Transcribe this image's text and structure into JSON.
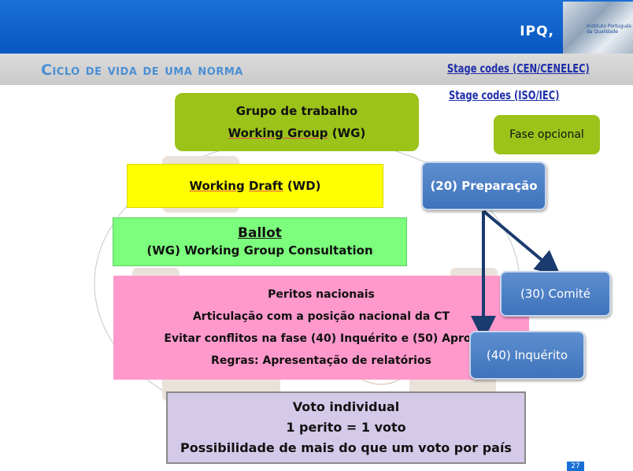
{
  "header": {
    "logo_text": "IPQ",
    "corner_text": "Instituto Português da Qualidade",
    "title": "Ciclo de vida de uma norma"
  },
  "links": {
    "cen": "Stage codes (CEN/CENELEC)",
    "iso": "Stage codes (ISO/IEC)"
  },
  "boxes": {
    "wg_line1": "Grupo de trabalho",
    "wg_line2_u": "Working Group",
    "wg_line2_rest": " (WG)",
    "opcional": "Fase opcional",
    "wd_u1": "Working",
    "wd_u2": "Draft",
    "wd_rest": " (WD)",
    "ballot_title": "Ballot",
    "ballot_sub": "(WG) Working Group Consultation",
    "peritos_1": "Peritos nacionais",
    "peritos_2": "Articulação com a posição nacional da CT",
    "peritos_3": "Evitar conflitos na fase (40) Inquérito e (50) Aprov",
    "peritos_4": "Regras: Apresentação de relatórios",
    "voto_1": "Voto individual",
    "voto_2": "1 perito = 1 voto",
    "voto_3": "Possibilidade de mais do que um voto por país"
  },
  "stages": {
    "s20": "(20) Preparação",
    "s30": "(30) Comité",
    "s40": "(40) Inquérito"
  },
  "footer": {
    "page": "27"
  },
  "colors": {
    "banner": "#0a57c2",
    "title": "#4a8fd4",
    "link": "#1f2fa8",
    "wg_green": "#9bc31a",
    "wd_yellow": "#ffff00",
    "ballot_green": "#7cff7c",
    "peritos_pink": "#ff99cc",
    "voto_lilac": "#d4c9e8",
    "stage_blue": "#4a7fc6",
    "arrow": "#1a3b6e"
  }
}
